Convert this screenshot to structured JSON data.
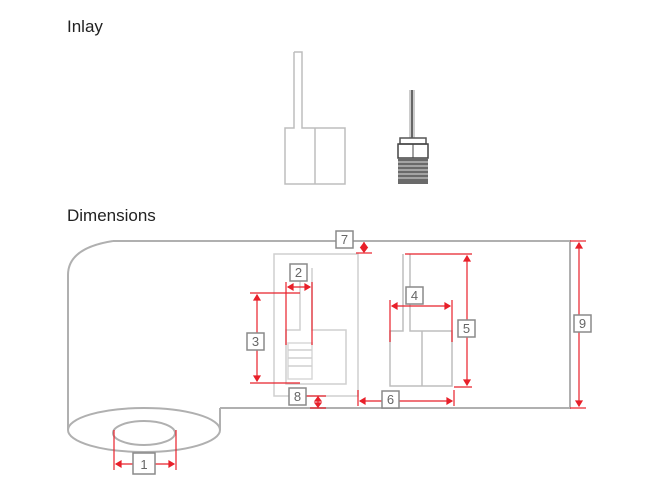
{
  "sections": {
    "inlay_title": "Inlay",
    "dimensions_title": "Dimensions"
  },
  "dimension_labels": [
    "1",
    "2",
    "3",
    "4",
    "5",
    "6",
    "7",
    "8",
    "9"
  ],
  "colors": {
    "outline": "#b8b8b8",
    "dimension_line": "#e8202a",
    "label_border": "#8a8a8a",
    "label_text": "#666666",
    "chip_dark": "#555555"
  }
}
